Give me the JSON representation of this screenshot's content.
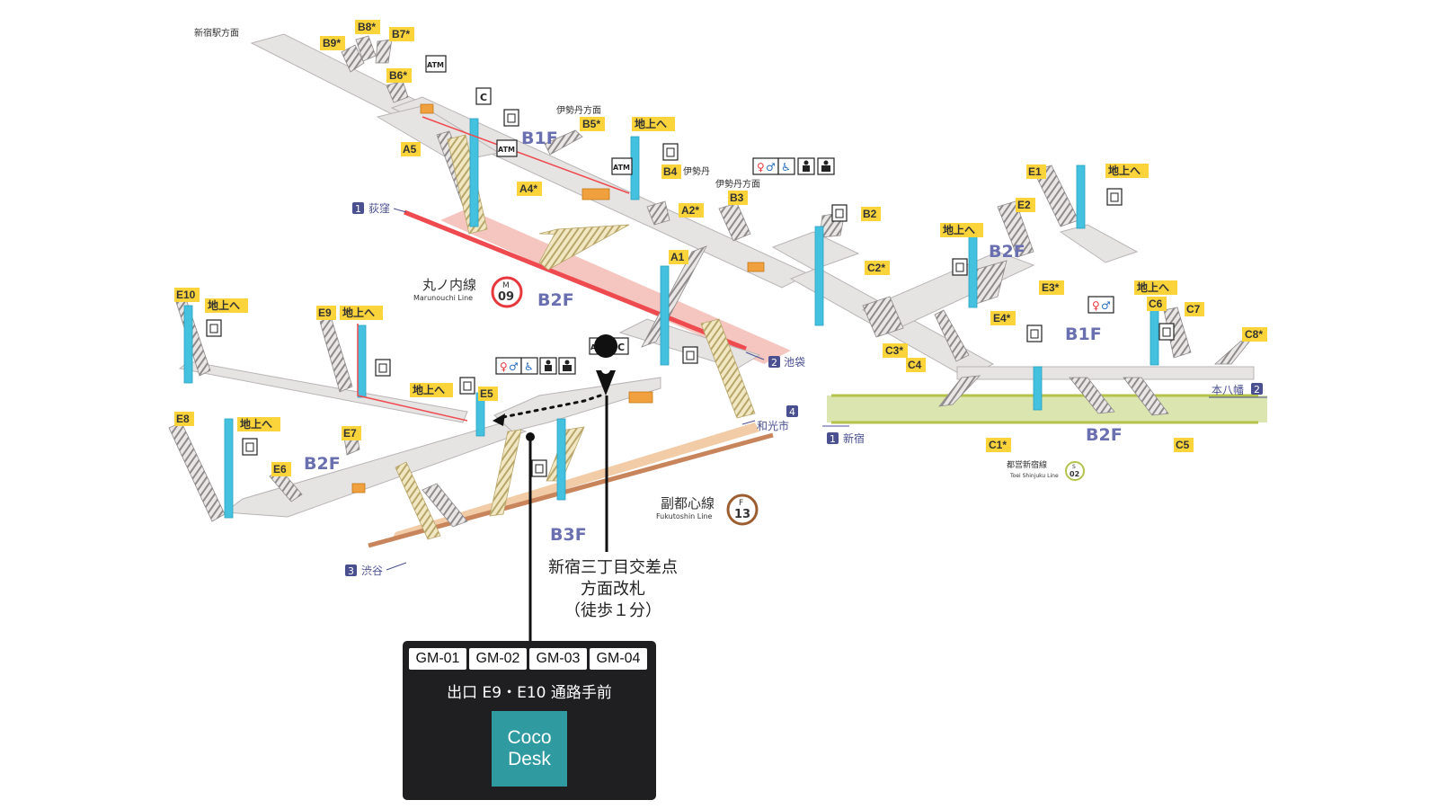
{
  "stations": {
    "marunouchi": {
      "name_ja": "丸ノ内線",
      "name_en": "Marunouchi Line",
      "letter": "M",
      "number": "09",
      "color": "#e8373c"
    },
    "fukutoshin": {
      "name_ja": "副都心線",
      "name_en": "Fukutoshin Line",
      "letter": "F",
      "number": "13",
      "color": "#9c5e31"
    },
    "toei_shinjuku": {
      "name_ja": "都営新宿線",
      "name_en": "Toei Shinjuku Line",
      "letter": "S",
      "number": "02",
      "color": "#b5c34a"
    }
  },
  "floors": [
    "B1F",
    "B2F",
    "B2F",
    "B3F",
    "B2F",
    "B1F",
    "B2F",
    "B2F"
  ],
  "exits": [
    "B9*",
    "B8*",
    "B7*",
    "B6*",
    "A5",
    "B5*",
    "B4",
    "A4*",
    "A2*",
    "B3",
    "B2",
    "A1",
    "C2*",
    "E1",
    "E2",
    "E3*",
    "E4*",
    "C3*",
    "C4",
    "C6",
    "C7",
    "C8*",
    "C1*",
    "C5",
    "E10",
    "E9",
    "E5",
    "E8",
    "E7",
    "E6"
  ],
  "chijo": "地上へ",
  "notes": {
    "shinjuku_station": "新宿駅方面",
    "isetan_dir1": "伊勢丹方面",
    "isetan": "伊勢丹",
    "isetan_dir2": "伊勢丹方面"
  },
  "directions": {
    "ogikubo": {
      "num": "1",
      "text": "荻窪"
    },
    "ikebukuro": {
      "num": "2",
      "text": "池袋"
    },
    "wakoshi": {
      "num": "4",
      "text": "和光市"
    },
    "shibuya": {
      "num": "3",
      "text": "渋谷"
    },
    "shinjuku": {
      "num": "1",
      "text": "新宿"
    },
    "motoyawata": {
      "num": "2",
      "text": "本八幡"
    }
  },
  "icons": [
    "atm-icon",
    "phone-icon",
    "toilet-icon",
    "accessible-toilet-icon",
    "baby-icon",
    "elevator-icon",
    "station-office-icon"
  ],
  "callout": {
    "line1": "新宿三丁目交差点",
    "line2": "方面改札",
    "line3": "（徒歩１分）"
  },
  "info": {
    "codes": [
      "GM-01",
      "GM-02",
      "GM-03",
      "GM-04"
    ],
    "label": "出口 E9・E10 通路手前",
    "logo_line1": "Coco",
    "logo_line2": "Desk"
  },
  "colors": {
    "passage": "#e6e3e3",
    "passage_edge": "#b9b4b5",
    "elevator": "#45c1e0",
    "exit_tag": "#fbd33b",
    "floor_label": "#6a6fb0",
    "box_bg": "#1f1f22",
    "logo_bg": "#2f9aa0"
  }
}
